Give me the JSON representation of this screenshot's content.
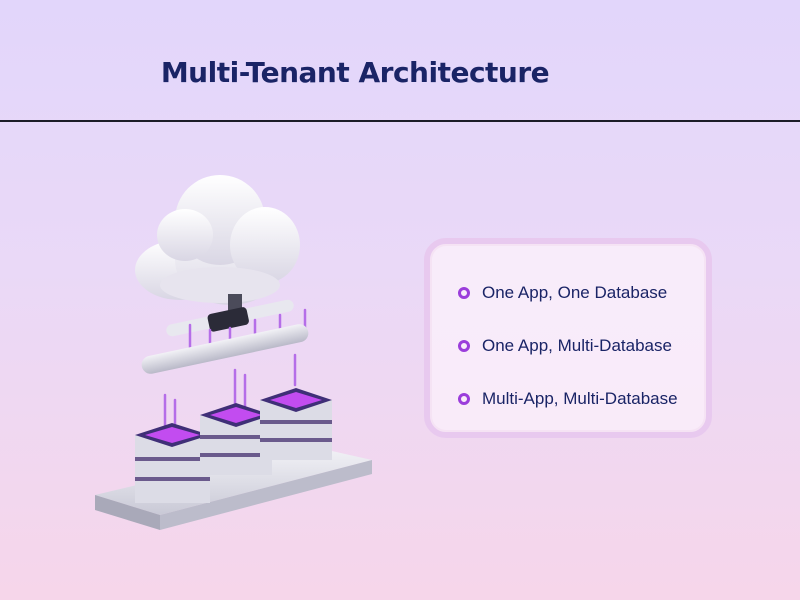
{
  "slide": {
    "title": "Multi-Tenant Architecture",
    "accent_color": "#9b3ddb",
    "title_color": "#1a2466"
  },
  "illustration": {
    "icon": "cloud-servers-illustration",
    "server_count": 3
  },
  "panel": {
    "items": [
      "One App, One Database",
      "One App, Multi-Database",
      "Multi-App, Multi-Database"
    ]
  }
}
